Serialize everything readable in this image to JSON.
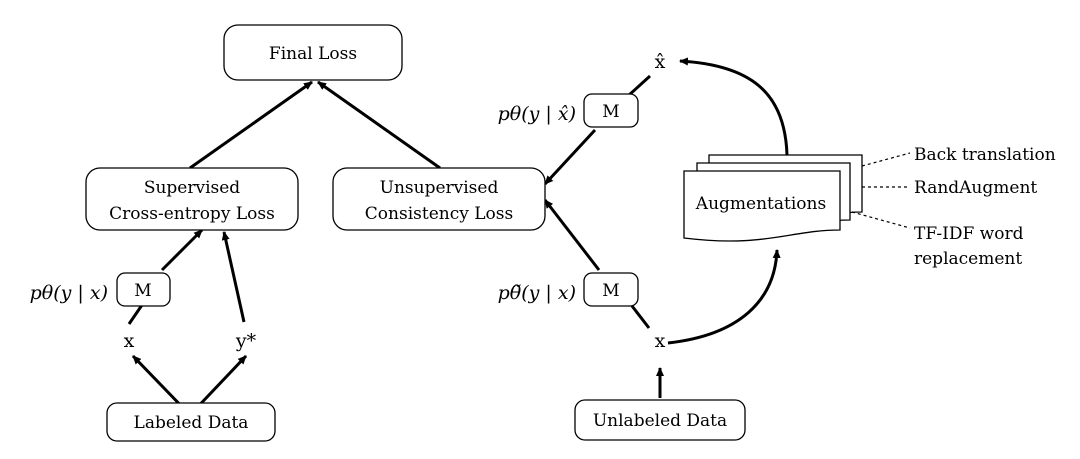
{
  "nodes": {
    "final_loss": "Final Loss",
    "supervised": [
      "Supervised",
      "Cross-entropy Loss"
    ],
    "unsupervised": [
      "Unsupervised",
      "Consistency Loss"
    ],
    "labeled_data": "Labeled Data",
    "unlabeled_data": "Unlabeled Data",
    "augmentations": "Augmentations",
    "model": "M"
  },
  "variables": {
    "x": "x",
    "y_star": "y*",
    "x_hat": "x̂"
  },
  "probabilities": {
    "supervised": "pθ(y | x)",
    "unsup_top": "pθ(y | x̂)",
    "unsup_bottom": "pθ̃(y | x)"
  },
  "augmentation_methods": [
    "Back translation",
    "RandAugment",
    "TF-IDF word",
    "replacement"
  ]
}
